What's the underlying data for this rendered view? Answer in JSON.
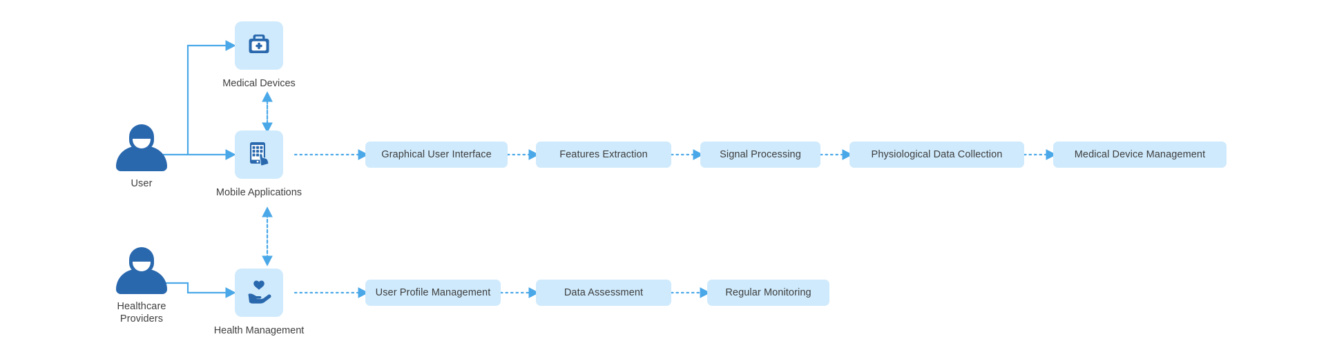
{
  "diagram": {
    "title": "Healthcare system architecture flow",
    "colors": {
      "box_fill": "#cfeafc",
      "tile_fill": "#cfeafc",
      "person_blue": "#2a68ae",
      "connector_blue": "#4aa8e8",
      "solid_line_blue": "#4aa8e8",
      "text": "#3d3d3d",
      "background": "#ffffff"
    }
  },
  "actors": [
    {
      "id": "user",
      "label": "User",
      "icon": "user-person-icon"
    },
    {
      "id": "healthcare-providers",
      "label": "Healthcare\nProviders",
      "label_line1": "Healthcare",
      "label_line2": "Providers",
      "icon": "user-person-icon"
    }
  ],
  "tiles": [
    {
      "id": "medical-devices",
      "label": "Medical Devices",
      "icon": "first-aid-kit-icon"
    },
    {
      "id": "mobile-applications",
      "label": "Mobile Applications",
      "icon": "tablet-hand-touch-icon"
    },
    {
      "id": "health-management",
      "label": "Health Management",
      "icon": "hand-holding-heart-icon"
    }
  ],
  "rows": {
    "middle": {
      "id": "mobile-applications-flow",
      "boxes": [
        {
          "label": "Graphical User Interface"
        },
        {
          "label": "Features Extraction"
        },
        {
          "label": "Signal Processing"
        },
        {
          "label": "Physiological Data Collection"
        },
        {
          "label": "Medical Device Management"
        }
      ]
    },
    "bottom": {
      "id": "health-management-flow",
      "boxes": [
        {
          "label": "User Profile Management"
        },
        {
          "label": "Data Assessment"
        },
        {
          "label": "Regular Monitoring"
        }
      ]
    }
  },
  "connectors": {
    "solid": [
      {
        "from": "user",
        "to": "medical-devices",
        "style": "solid-elbow-arrow"
      },
      {
        "from": "user",
        "to": "mobile-applications",
        "style": "solid-arrow"
      },
      {
        "from": "healthcare-providers",
        "to": "health-management",
        "style": "solid-arrow"
      }
    ],
    "dotted_vertical": [
      {
        "from": "mobile-applications",
        "to": "medical-devices",
        "style": "dotted-bidirectional"
      },
      {
        "from": "mobile-applications",
        "to": "health-management",
        "style": "dotted-bidirectional"
      }
    ],
    "dotted_horizontal_count": 8
  }
}
